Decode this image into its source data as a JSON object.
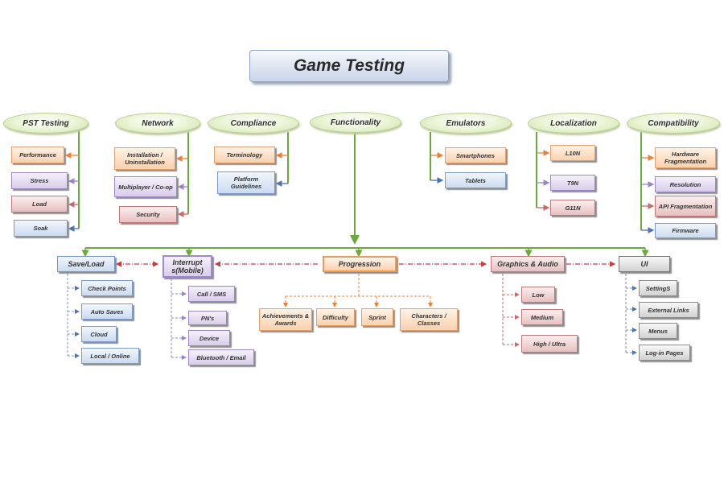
{
  "title": "Game Testing",
  "categories": {
    "pst": "PST Testing",
    "network": "Network",
    "compliance": "Compliance",
    "functionality": "Functionality",
    "emulators": "Emulators",
    "localization": "Localization",
    "compatibility": "Compatibility"
  },
  "pst_items": [
    "Performance",
    "Stress",
    "Load",
    "Soak"
  ],
  "network_items": [
    "Installation / Uninstallation",
    "Multiplayer / Co-op",
    "Security"
  ],
  "compliance_items": [
    "Terminology",
    "Platform Guidelines"
  ],
  "emulator_items": [
    "Smartphones",
    "Tablets"
  ],
  "localization_items": [
    "L10N",
    "T9N",
    "G11N"
  ],
  "compatibility_items": [
    "Hardware Fragmentation",
    "Resolution",
    "API Fragmentation",
    "Firmware"
  ],
  "hubs": {
    "save_load": "Save/Load",
    "interrupts": "Interrupt s(Mobile)",
    "progression": "Progression",
    "graphics": "Graphics & Audio",
    "ui": "UI"
  },
  "save_load_items": [
    "Check Points",
    "Auto Saves",
    "Cloud",
    "Local / Online"
  ],
  "interrupt_items": [
    "Call / SMS",
    "PN's",
    "Device",
    "Bluetooth / Email"
  ],
  "progression_items": [
    "Achievements & Awards",
    "Difficulty",
    "Sprint",
    "Characters / Classes"
  ],
  "graphics_items": [
    "Low",
    "Medium",
    "High / Ultra"
  ],
  "ui_items": [
    "SettingS",
    "External Links",
    "Menus",
    "Log-in Pages"
  ],
  "colors": {
    "tree_green": "#6aaa3a",
    "orange": "#e8823a",
    "purple": "#9b85c9",
    "red": "#c86a6a",
    "blue": "#4a72b8",
    "dash_red": "#c04040"
  }
}
